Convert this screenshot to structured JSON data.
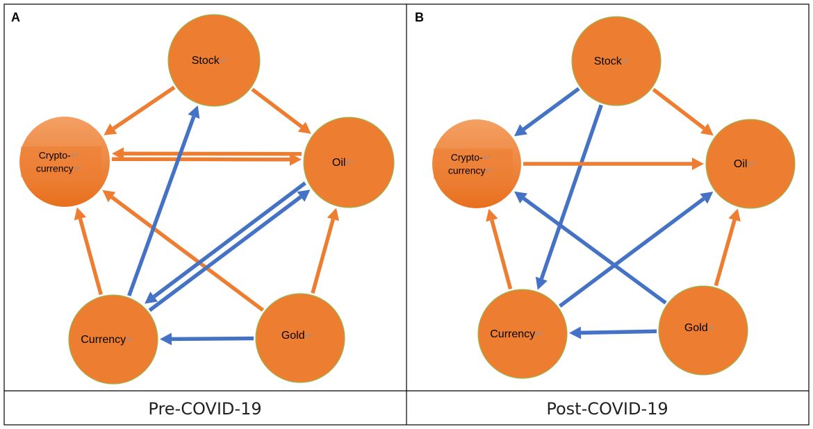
{
  "colors": {
    "node_fill": "#ED7D31",
    "node_stroke": "#9BB84F",
    "crypto_fill_top": "#F4A064",
    "crypto_fill_bottom": "#E86F1E",
    "orange_edge": "#ED7D31",
    "blue_edge": "#4472C4",
    "border": "#000000"
  },
  "return_mark": "↵",
  "panels": [
    {
      "letter": "A",
      "caption": "Pre-COVID-19",
      "nodes": [
        {
          "id": "stock",
          "label_lines": [
            "Stock"
          ]
        },
        {
          "id": "crypto",
          "label_lines": [
            "Crypto-",
            "currency"
          ]
        },
        {
          "id": "oil",
          "label_lines": [
            "Oil"
          ]
        },
        {
          "id": "currency",
          "label_lines": [
            "Currency"
          ]
        },
        {
          "id": "gold",
          "label_lines": [
            "Gold"
          ]
        }
      ],
      "edges": [
        {
          "from": "stock",
          "to": "crypto",
          "color": "orange"
        },
        {
          "from": "stock",
          "to": "oil",
          "color": "orange"
        },
        {
          "from": "crypto",
          "to": "oil",
          "color": "orange"
        },
        {
          "from": "oil",
          "to": "crypto",
          "color": "orange"
        },
        {
          "from": "currency",
          "to": "crypto",
          "color": "orange"
        },
        {
          "from": "gold",
          "to": "crypto",
          "color": "orange"
        },
        {
          "from": "gold",
          "to": "oil",
          "color": "orange"
        },
        {
          "from": "currency",
          "to": "stock",
          "color": "blue"
        },
        {
          "from": "currency",
          "to": "oil",
          "color": "blue"
        },
        {
          "from": "oil",
          "to": "currency",
          "color": "blue"
        },
        {
          "from": "gold",
          "to": "currency",
          "color": "blue"
        }
      ]
    },
    {
      "letter": "B",
      "caption": "Post-COVID-19",
      "nodes": [
        {
          "id": "stock",
          "label_lines": [
            "Stock"
          ]
        },
        {
          "id": "crypto",
          "label_lines": [
            "Crypto-",
            "currency"
          ]
        },
        {
          "id": "oil",
          "label_lines": [
            "Oil"
          ]
        },
        {
          "id": "currency",
          "label_lines": [
            "Currency"
          ]
        },
        {
          "id": "gold",
          "label_lines": [
            "Gold"
          ]
        }
      ],
      "edges": [
        {
          "from": "stock",
          "to": "crypto",
          "color": "blue"
        },
        {
          "from": "stock",
          "to": "oil",
          "color": "orange"
        },
        {
          "from": "stock",
          "to": "currency",
          "color": "blue"
        },
        {
          "from": "crypto",
          "to": "oil",
          "color": "orange"
        },
        {
          "from": "currency",
          "to": "crypto",
          "color": "orange"
        },
        {
          "from": "currency",
          "to": "oil",
          "color": "blue"
        },
        {
          "from": "gold",
          "to": "crypto",
          "color": "blue"
        },
        {
          "from": "gold",
          "to": "oil",
          "color": "orange"
        },
        {
          "from": "gold",
          "to": "currency",
          "color": "blue"
        }
      ]
    }
  ]
}
